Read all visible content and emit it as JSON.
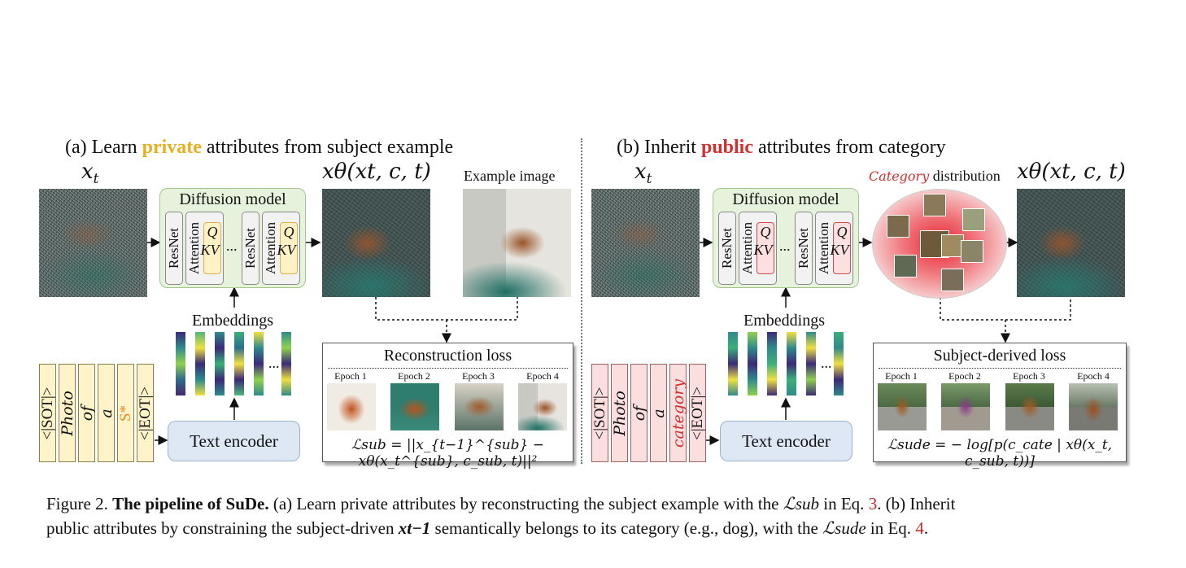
{
  "panel_a": {
    "title_prefix": "(a) Learn ",
    "title_highlight": "private",
    "title_suffix": " attributes from subject example",
    "highlight_color": "#e8b020",
    "xt": "x",
    "xt_sub": "t",
    "output": "xθ(xt, c, t)",
    "example_label": "Example image",
    "model_title": "Diffusion model",
    "resnet": "ResNet",
    "attention": "Attention",
    "q": "Q",
    "kv": "KV",
    "ellipsis": "...",
    "embeddings": "Embeddings",
    "tokens": [
      "<|SOT|>",
      "Photo",
      "of",
      "a",
      "S*",
      "<|EOT|>"
    ],
    "text_encoder": "Text encoder",
    "loss_title": "Reconstruction loss",
    "epochs": [
      "Epoch 1",
      "Epoch 2",
      "Epoch 3",
      "Epoch 4"
    ],
    "formula": "ℒsub = ||x_{t−1}^{sub} − xθ(x_t^{sub}, c_sub, t)||²"
  },
  "panel_b": {
    "title_prefix": "(b) Inherit ",
    "title_highlight": "public",
    "title_suffix": " attributes from category",
    "highlight_color": "#d32f2f",
    "xt": "x",
    "xt_sub": "t",
    "output": "xθ(xt, c, t)",
    "category_word": "Category",
    "category_suffix": " distribution",
    "model_title": "Diffusion model",
    "resnet": "ResNet",
    "attention": "Attention",
    "q": "Q",
    "kv": "KV",
    "ellipsis": "...",
    "embeddings": "Embeddings",
    "tokens": [
      "<|SOT|>",
      "Photo",
      "of",
      "a",
      "category",
      "<|EOT|>"
    ],
    "text_encoder": "Text encoder",
    "loss_title": "Subject-derived loss",
    "epochs": [
      "Epoch 1",
      "Epoch 2",
      "Epoch 3",
      "Epoch 4"
    ],
    "formula": "ℒsude = − log[p(c_cate | xθ(x_t, c_sub, t))]"
  },
  "caption": {
    "fig": "Figure 2. ",
    "bold": "The pipeline of SuDe.",
    "line1_a": " (a) Learn private attributes by reconstructing the subject example with the ",
    "line1_math1": "ℒsub",
    "line1_b": " in Eq. ",
    "ref1": "3",
    "line1_c": ". (b) Inherit",
    "line2_a": "public attributes by constraining the subject-driven ",
    "line2_math": "xt−1",
    "line2_b": " semantically belongs to its category (e.g., dog), with the ",
    "line2_math2": "ℒsude",
    "line2_c": " in Eq. ",
    "ref2": "4",
    "line2_d": "."
  },
  "colors": {
    "private": "#e8b020",
    "public": "#d32f2f",
    "ref": "#c62828"
  }
}
